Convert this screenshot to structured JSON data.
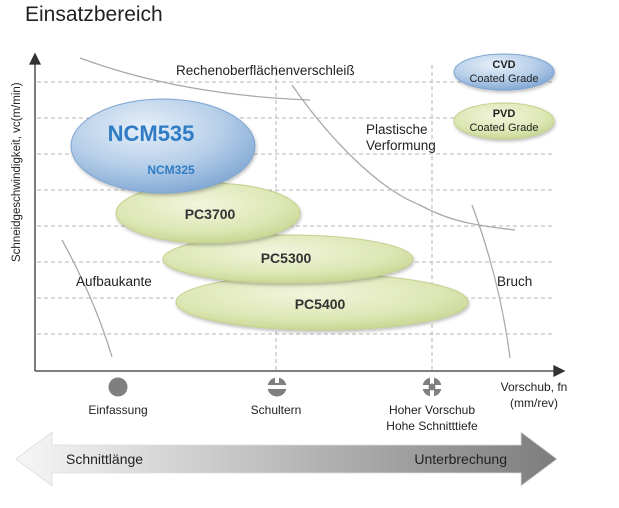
{
  "title": "Einsatzbereich",
  "axes": {
    "y_label": "Schneidgeschwindigkeit, vc(m/min)",
    "x_label_line1": "Vorschub, fn",
    "x_label_line2": "(mm/rev)"
  },
  "regions": {
    "top": "Rechenoberflächenverschleiß",
    "plastic_line1": "Plastische",
    "plastic_line2": "Verformung",
    "left": "Aufbaukante",
    "right": "Bruch"
  },
  "grades": {
    "ncm535": "NCM535",
    "ncm325": "NCM325",
    "pc3700": "PC3700",
    "pc5300": "PC5300",
    "pc5400": "PC5400"
  },
  "legend": {
    "cvd_title": "CVD",
    "cvd_sub": "Coated Grade",
    "pvd_title": "PVD",
    "pvd_sub": "Coated Grade"
  },
  "operations": [
    {
      "label_line1": "Einfassung",
      "label_line2": "",
      "icon": "round-insert-icon"
    },
    {
      "label_line1": "Schultern",
      "label_line2": "",
      "icon": "shoulder-insert-icon"
    },
    {
      "label_line1": "Hoher Vorschub",
      "label_line2": "Hohe Schnitttiefe",
      "icon": "high-feed-insert-icon"
    }
  ],
  "arrow": {
    "left_label": "Schnittlänge",
    "right_label": "Unterbrechung"
  },
  "colors": {
    "cvd_blue": "#9fbfe0",
    "pvd_green": "#d6e2a9",
    "ncm_text": "#2f7cc4",
    "grid": "#b5b5b5",
    "axis": "#333333"
  }
}
